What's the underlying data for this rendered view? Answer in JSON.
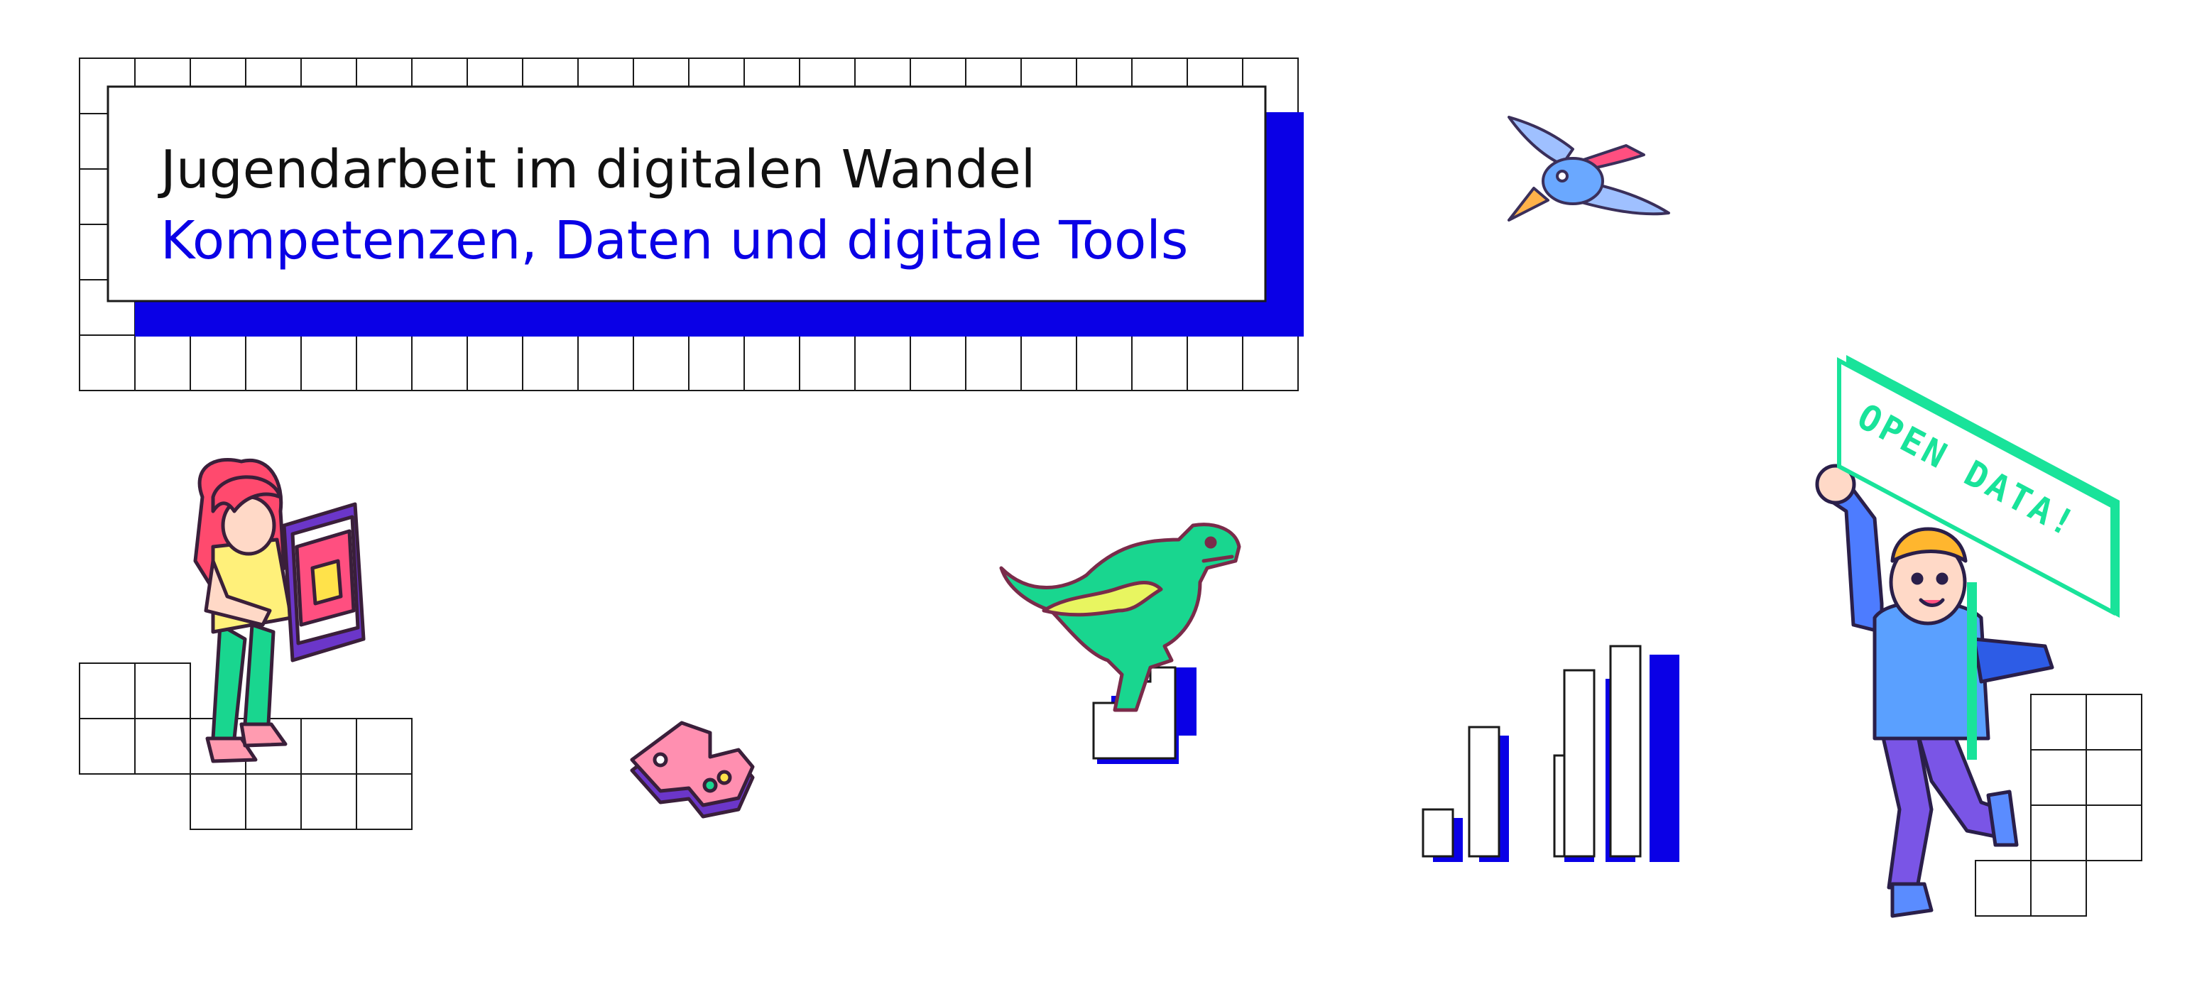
{
  "header": {
    "title": "Jugendarbeit im digitalen Wandel",
    "subtitle": "Kompetenzen, Daten und digitale Tools"
  },
  "sign": {
    "text": "OPEN DATA!"
  },
  "colors": {
    "accent_blue": "#0a00e6",
    "outline": "#1a1a1a",
    "green": "#19e39a",
    "pink": "#ff4f80",
    "purple": "#6b36c9"
  },
  "illustrations": [
    "girl-with-tablet-illustration",
    "game-controller-icon",
    "dinosaur-illustration",
    "bird-illustration",
    "bar-chart-graphic",
    "protester-with-sign-illustration"
  ]
}
